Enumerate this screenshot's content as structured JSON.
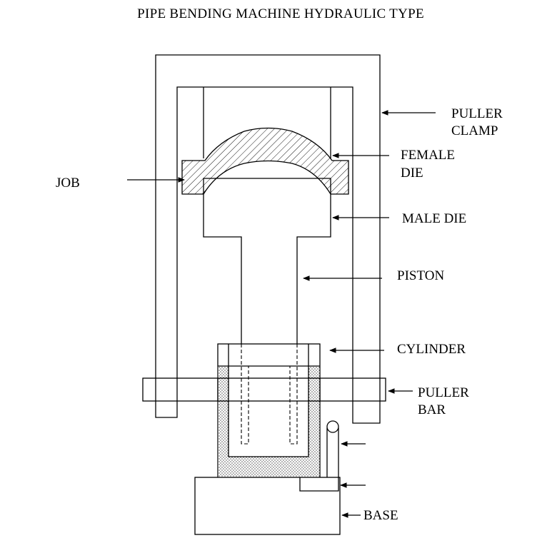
{
  "title": "PIPE BENDING MACHINE HYDRAULIC TYPE",
  "labels": {
    "puller_clamp_1": "PULLER",
    "puller_clamp_2": "CLAMP",
    "female_die_1": "FEMALE",
    "female_die_2": "DIE",
    "job": "JOB",
    "male_die": "MALE DIE",
    "piston": "PISTON",
    "cylinder": "CYLINDER",
    "puller_bar_1": "PULLER",
    "puller_bar_2": "BAR",
    "base": "BASE"
  }
}
